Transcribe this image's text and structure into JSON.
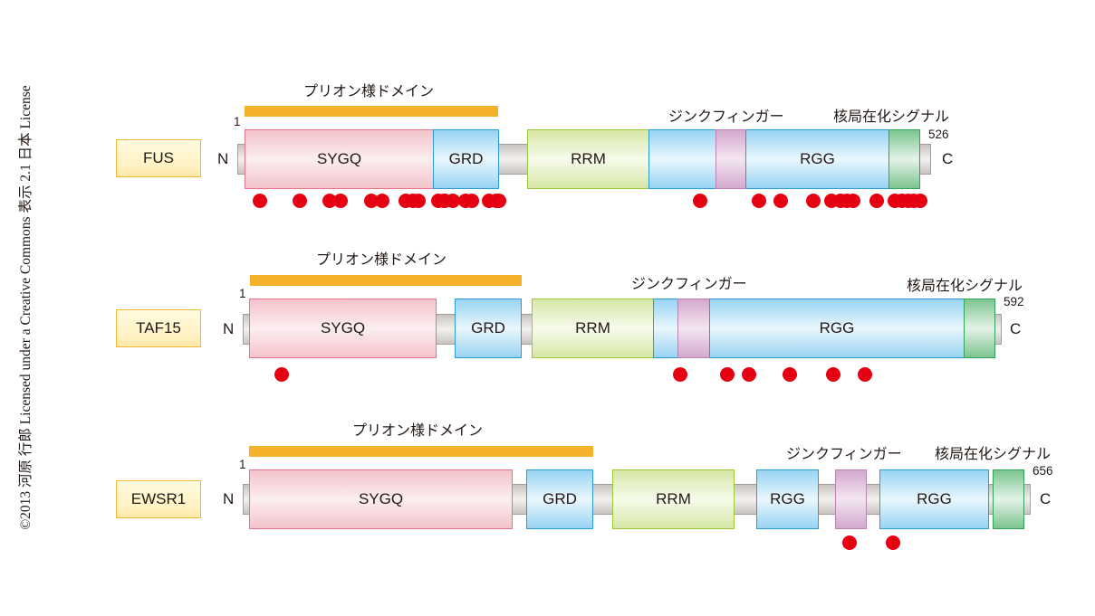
{
  "copyright": "©2013 河原 行郎 Licensed under a Creative Commons 表示 2.1 日本 License",
  "labels": {
    "prion_like": "プリオン様ドメイン",
    "zinc_finger": "ジンクフィンガー",
    "nls": "核局在化シグナル",
    "n_term": "N",
    "c_term": "C",
    "start": "1"
  },
  "colors": {
    "prion_bar": "#f6b12c",
    "dot": "#e50012",
    "sygq": "#f5c3cb",
    "grd_rgg": "#98d3f3",
    "rrm": "#d5e7a5",
    "zinc_finger": "#d3a8cd",
    "nls": "#7cc48f",
    "name_box": "#fff2c4"
  },
  "proteins": [
    {
      "name": "FUS",
      "length": "526",
      "domains": [
        "SYGQ",
        "GRD",
        "RRM",
        "",
        "",
        "RGG",
        ""
      ],
      "mutation_count_n_region": 18,
      "mutation_count_c_region": 14
    },
    {
      "name": "TAF15",
      "length": "592",
      "domains": [
        "SYGQ",
        "GRD",
        "RRM",
        "",
        "",
        "RGG",
        ""
      ],
      "mutation_count_n_region": 1,
      "mutation_count_c_region": 6
    },
    {
      "name": "EWSR1",
      "length": "656",
      "domains": [
        "SYGQ",
        "GRD",
        "RRM",
        "RGG",
        "",
        "RGG",
        ""
      ],
      "mutation_count_n_region": 0,
      "mutation_count_c_region": 2
    }
  ]
}
